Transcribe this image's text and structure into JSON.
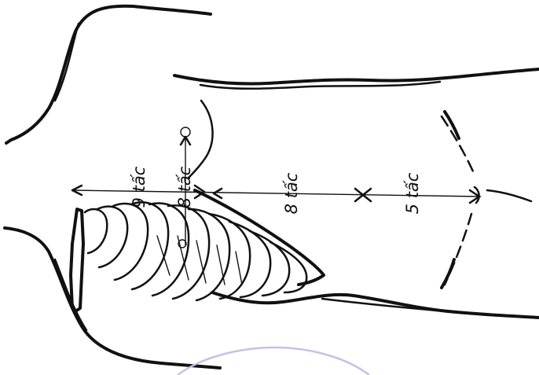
{
  "measurements": {
    "segment_1": "9 tấc",
    "segment_2": "8 tấc",
    "segment_3": "8 tấc",
    "segment_4": "5 tấc"
  },
  "colors": {
    "ink": "#111111",
    "stamp": "#c7c0e6",
    "paper": "#ffffff"
  }
}
